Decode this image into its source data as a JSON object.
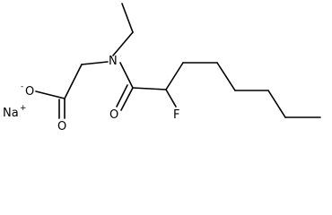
{
  "molecule": {
    "atoms": {
      "nitrogen": "N",
      "oxygen_anion": "O",
      "anion_charge": "-",
      "carboxyl_oxygen": "O",
      "carbonyl_oxygen": "O",
      "fluorine": "F",
      "sodium": "Na",
      "sodium_charge": "+"
    }
  }
}
